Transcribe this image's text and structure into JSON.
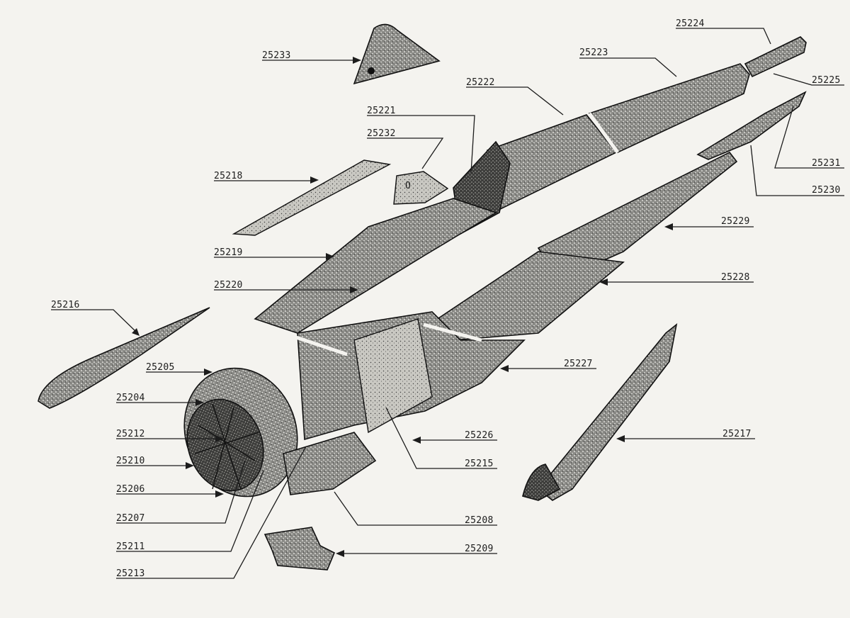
{
  "labels": [
    {
      "id": "25224",
      "text": "25224"
    },
    {
      "id": "25223",
      "text": "25223"
    },
    {
      "id": "25225",
      "text": "25225"
    },
    {
      "id": "25233",
      "text": "25233"
    },
    {
      "id": "25222",
      "text": "25222"
    },
    {
      "id": "25221",
      "text": "25221"
    },
    {
      "id": "25232",
      "text": "25232"
    },
    {
      "id": "25231",
      "text": "25231"
    },
    {
      "id": "25230",
      "text": "25230"
    },
    {
      "id": "25218",
      "text": "25218"
    },
    {
      "id": "25229",
      "text": "25229"
    },
    {
      "id": "25219",
      "text": "25219"
    },
    {
      "id": "25228",
      "text": "25228"
    },
    {
      "id": "25220",
      "text": "25220"
    },
    {
      "id": "25216",
      "text": "25216"
    },
    {
      "id": "25205",
      "text": "25205"
    },
    {
      "id": "25227",
      "text": "25227"
    },
    {
      "id": "25204",
      "text": "25204"
    },
    {
      "id": "25212",
      "text": "25212"
    },
    {
      "id": "25226",
      "text": "25226"
    },
    {
      "id": "25217",
      "text": "25217"
    },
    {
      "id": "25210",
      "text": "25210"
    },
    {
      "id": "25215",
      "text": "25215"
    },
    {
      "id": "25206",
      "text": "25206"
    },
    {
      "id": "25207",
      "text": "25207"
    },
    {
      "id": "25208",
      "text": "25208"
    },
    {
      "id": "25211",
      "text": "25211"
    },
    {
      "id": "25209",
      "text": "25209"
    },
    {
      "id": "25213",
      "text": "25213"
    }
  ],
  "inset_mark": "O"
}
